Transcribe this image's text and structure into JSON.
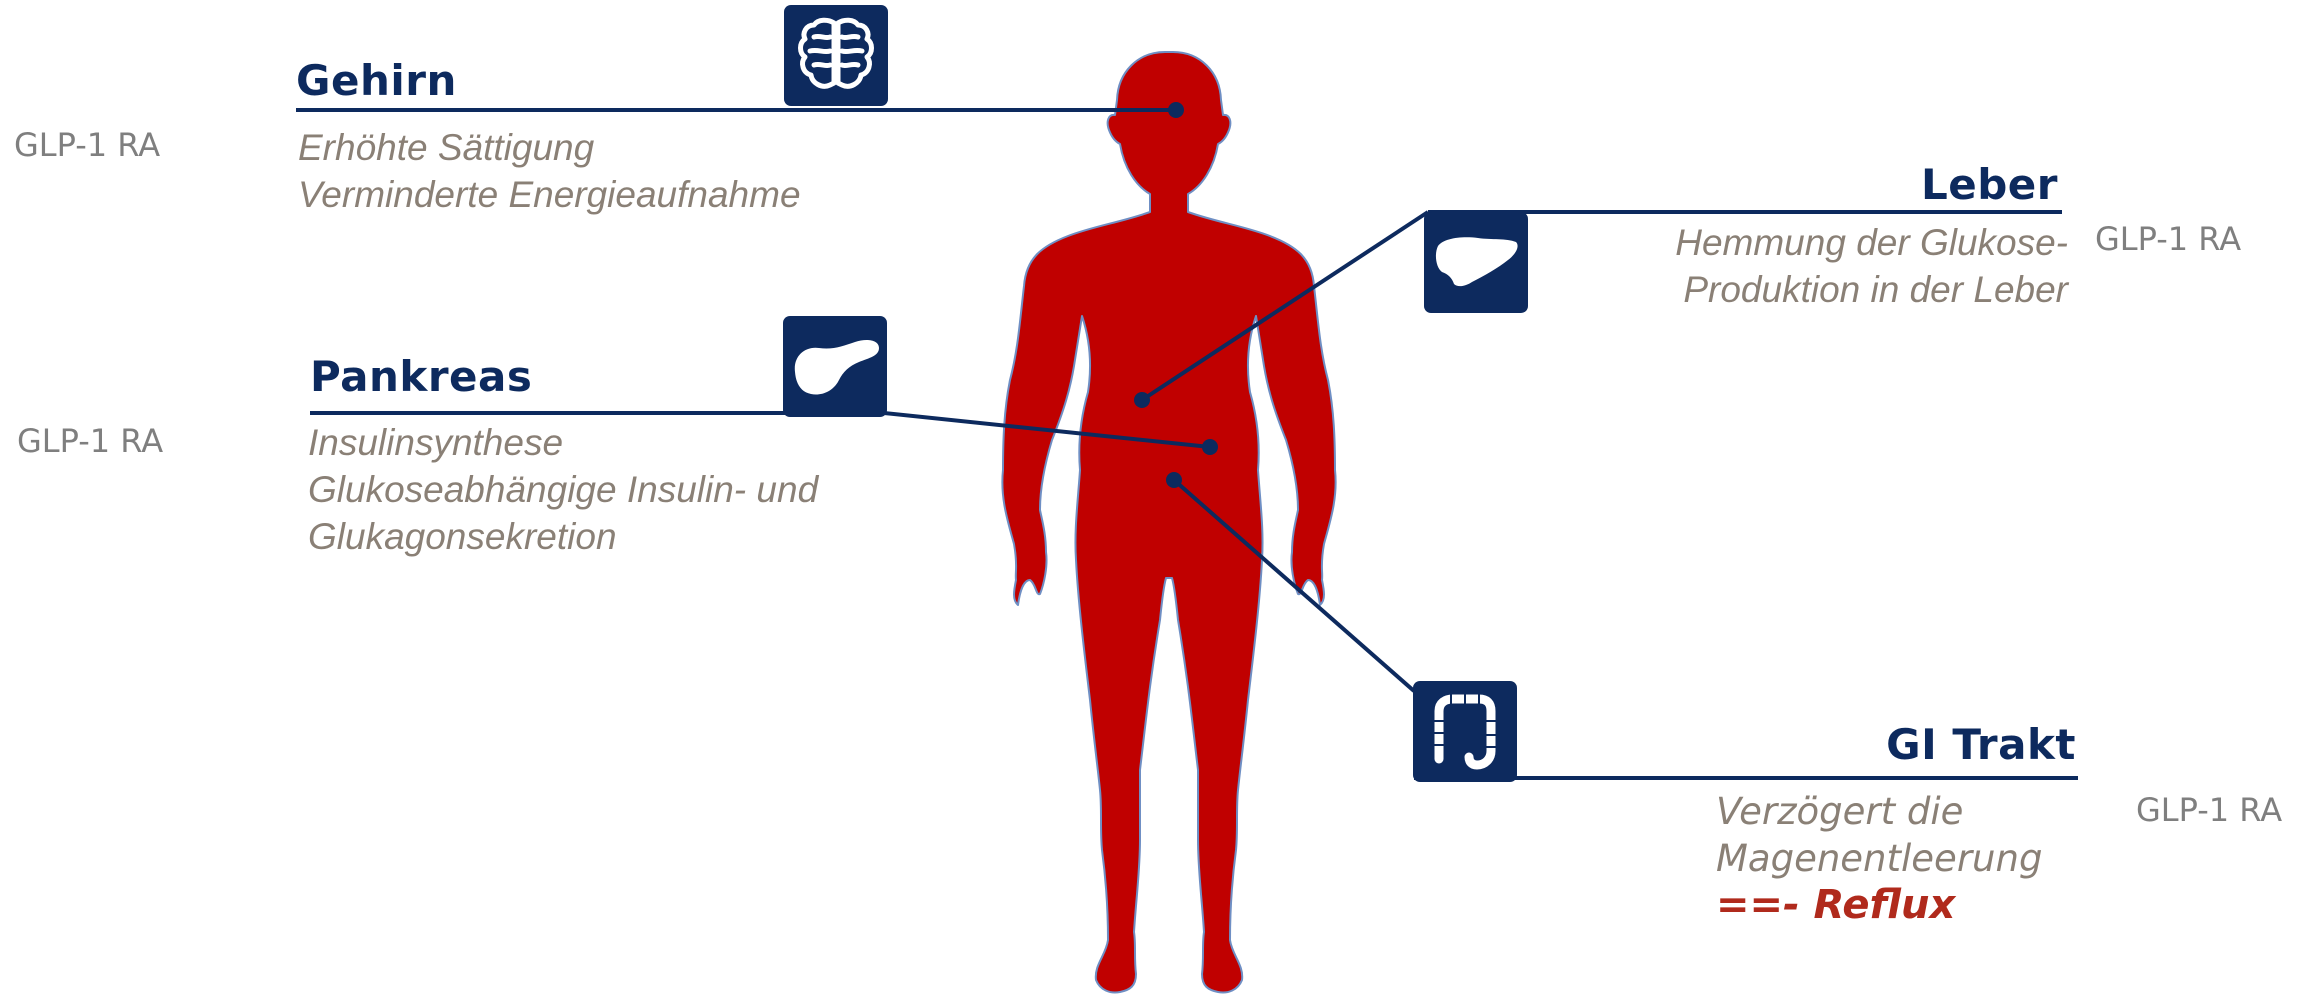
{
  "colors": {
    "navy": "#0d2a5e",
    "body_red": "#c00000",
    "text_gray": "#8a8076",
    "label_gray": "#7f7f7f",
    "reflux_red": "#b02a1c"
  },
  "organs": {
    "brain": {
      "title": "Gehirn",
      "drug": "GLP-1 RA",
      "lines": [
        "Erhöhte Sättigung",
        "Verminderte Energieaufnahme"
      ],
      "icon": "brain-icon"
    },
    "pancreas": {
      "title": "Pankreas",
      "drug": "GLP-1 RA",
      "lines": [
        "Insulinsynthese",
        "Glukoseabhängige Insulin- und",
        "Glukagonsekretion"
      ],
      "icon": "pancreas-icon"
    },
    "liver": {
      "title": "Leber",
      "drug": "GLP-1 RA",
      "lines": [
        "Hemmung der Glukose-",
        "Produktion in der Leber"
      ],
      "icon": "liver-icon"
    },
    "gi": {
      "title": "GI Trakt",
      "drug": "GLP-1 RA",
      "lines": [
        "Verzögert die",
        "Magenentleerung"
      ],
      "note": "==- Reflux",
      "icon": "intestine-icon"
    }
  }
}
